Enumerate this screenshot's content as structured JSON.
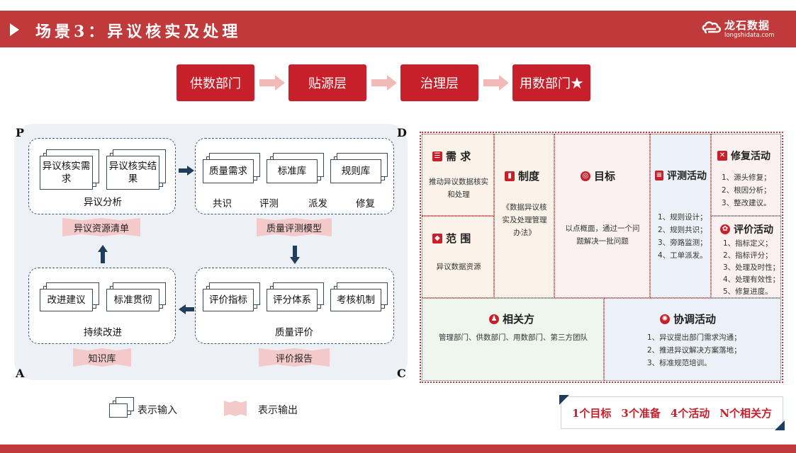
{
  "header": {
    "title": "场景3：异议核实及处理",
    "logo_cn": "龙石数据",
    "logo_en": "longshidata.com"
  },
  "flow": {
    "steps": [
      "供数部门",
      "贴源层",
      "治理层",
      "用数部门★"
    ]
  },
  "pdca": {
    "corners": {
      "p": "P",
      "d": "D",
      "a": "A",
      "c": "C"
    },
    "p_box": {
      "docs": [
        "异议核实需求",
        "异议核实结果"
      ],
      "caption": "异议分析",
      "output": "异议资源清单"
    },
    "d_box": {
      "docs": [
        "质量需求",
        "标准库",
        "规则库"
      ],
      "actions": [
        "共识",
        "评测",
        "派发",
        "修复"
      ],
      "output": "质量评测模型"
    },
    "c_box": {
      "docs": [
        "评价指标",
        "评分体系",
        "考核机制"
      ],
      "caption": "质量评价",
      "output": "评价报告"
    },
    "a_box": {
      "docs": [
        "改进建议",
        "标准贯彻"
      ],
      "caption": "持续改进",
      "output": "知识库"
    }
  },
  "legend": {
    "input_label": "表示输入",
    "output_label": "表示输出"
  },
  "grid": {
    "demand": {
      "title": "需 求",
      "text": "推动异议数据核实和处理"
    },
    "scope": {
      "title": "范 围",
      "text": "异议数据资源"
    },
    "system": {
      "title": "制度",
      "text": "《数据异议核实及处理管理办法》"
    },
    "goal": {
      "title": "目标",
      "text": "以点概面，通过一个问题解决一批问题"
    },
    "eval_test": {
      "title": "评测活动",
      "items": [
        "1、规则设计；",
        "2、规则共识；",
        "3、旁路监测；",
        "4、工单派发。"
      ]
    },
    "repair": {
      "title": "修复活动",
      "items": [
        "1、源头修复；",
        "2、根因分析；",
        "3、整改建议。"
      ]
    },
    "evaluate": {
      "title": "评价活动",
      "items": [
        "1、指标定义；",
        "2、指标评分；",
        "3、处理及时性；",
        "4、处理有效性；",
        "5、修复进度。"
      ]
    },
    "stakeholders": {
      "title": "相关方",
      "text": "管理部门、供数部门、用数部门、第三方团队"
    },
    "coordination": {
      "title": "协调活动",
      "items": [
        "1、异议提出部门需求沟通；",
        "2、推进异议解决方案落地；",
        "3、标准规范培训。"
      ]
    }
  },
  "summary": [
    "1个目标",
    "3个准备",
    "4个活动",
    "N个相关方"
  ],
  "colors": {
    "brand_red": "#c0393b",
    "flow_red": "#c8202a",
    "navy": "#1f3d5c"
  }
}
